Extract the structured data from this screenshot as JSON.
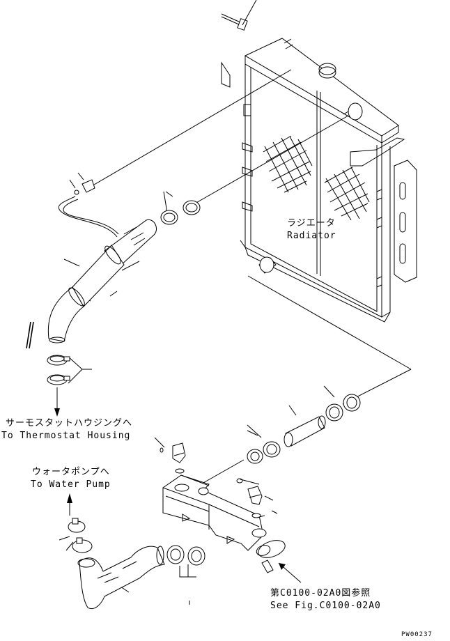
{
  "labels": {
    "radiator_jp": "ラジエータ",
    "radiator_en": "Radiator",
    "thermostat_jp": "サーモスタットハウジングへ",
    "thermostat_en": "To Thermostat Housing",
    "water_pump_jp": "ウォータポンプへ",
    "water_pump_en": "To Water Pump",
    "see_fig_jp": "第C0100-02A0図参照",
    "see_fig_en": "See Fig.C0100-02A0",
    "drawing_code": "PW00237"
  }
}
